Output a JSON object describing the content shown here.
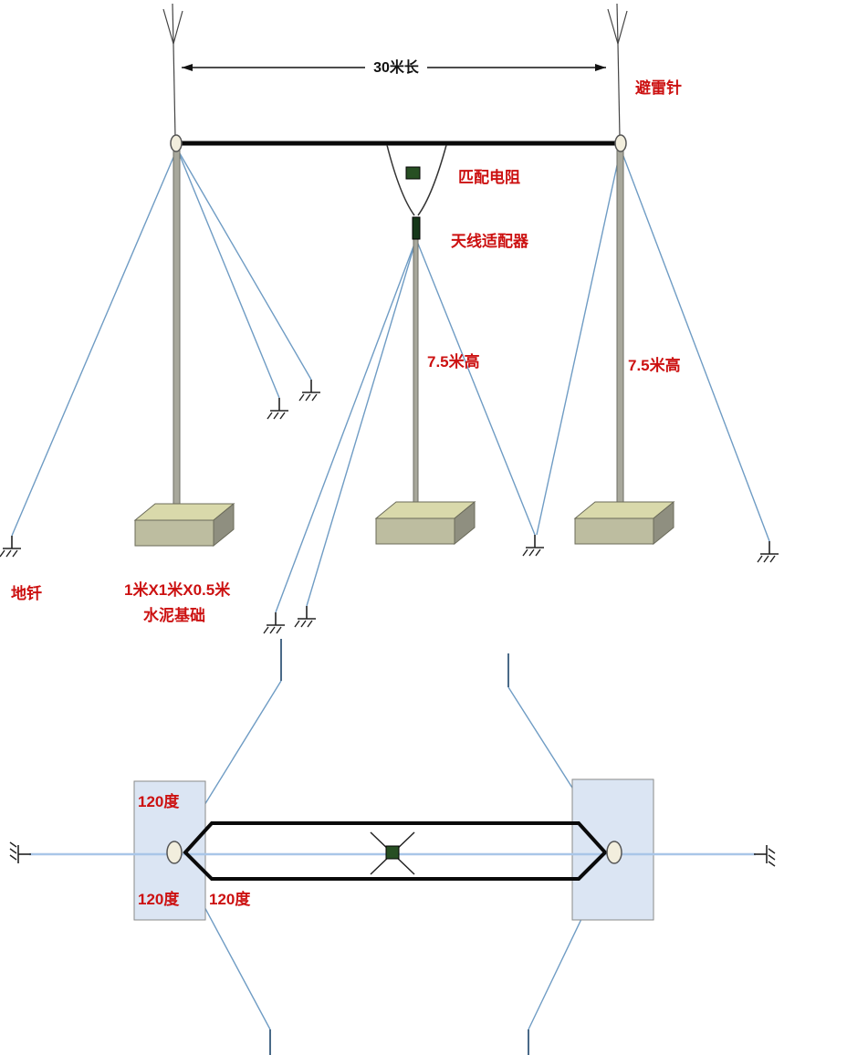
{
  "colors": {
    "label_red": "#cc1111",
    "wire_black": "#0a0a0a",
    "guy_blue": "#6f9cc4",
    "pale_blue": "#a9c6e8",
    "mast_gray": "#a8a89c",
    "mast_stroke": "#6e6e64",
    "foundation_top": "#d9d9ab",
    "foundation_front": "#bdbda0",
    "foundation_side": "#8f8f80",
    "resistor_green": "#274f23",
    "plan_square": "#dbe5f3"
  },
  "elevation": {
    "span_label": "30米长",
    "lightning_rod_label": "避雷针",
    "matching_resistor_label": "匹配电阻",
    "antenna_adapter_label": "天线适配器",
    "center_mast_height_label": "7.5米高",
    "right_mast_height_label": "7.5米高",
    "foundation_dimensions_label": "1米X1米X0.5米",
    "foundation_material_label": "水泥基础",
    "ground_stake_label": "地钎"
  },
  "plan": {
    "angle_labels": [
      "120度",
      "120度",
      "120度"
    ]
  }
}
